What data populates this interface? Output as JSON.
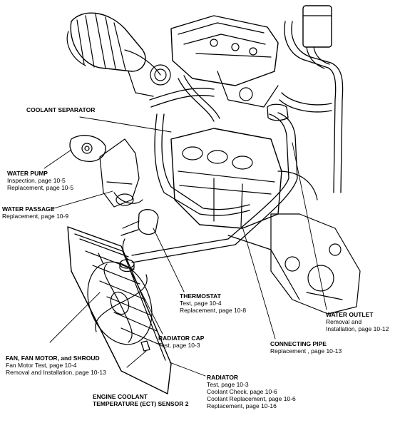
{
  "labels": {
    "coolant_separator": {
      "title": "COOLANT SEPARATOR"
    },
    "water_pump": {
      "title": "WATER PUMP",
      "lines": [
        "Inspection, page 10-5",
        "Replacement, page 10-5"
      ]
    },
    "water_passage": {
      "title": "WATER PASSAGE",
      "lines": [
        "Replacement, page 10-9"
      ]
    },
    "thermostat": {
      "title": "THERMOSTAT",
      "lines": [
        "Test, page 10-4",
        "Replacement, page 10-8"
      ]
    },
    "water_outlet": {
      "title": "WATER OUTLET",
      "lines": [
        "Removal and",
        "Installation, page 10-12"
      ]
    },
    "radiator_cap": {
      "title": "RADIATOR CAP",
      "lines": [
        "Test, page 10-3"
      ]
    },
    "connecting_pipe": {
      "title": "CONNECTING PIPE",
      "lines": [
        "Replacement , page 10-13"
      ]
    },
    "fan_shroud": {
      "title": "FAN, FAN MOTOR, and SHROUD",
      "lines": [
        "Fan Motor Test, page 10-4",
        "Removal and Installation, page 10-13"
      ]
    },
    "radiator": {
      "title": "RADIATOR",
      "lines": [
        "Test, page 10-3",
        "Coolant Check, page 10-6",
        "Coolant Replacement, page 10-6",
        "Replacement, page 10-16"
      ]
    },
    "ect_sensor": {
      "title_lines": [
        "ENGINE COOLANT",
        "TEMPERATURE (ECT) SENSOR 2"
      ]
    }
  }
}
